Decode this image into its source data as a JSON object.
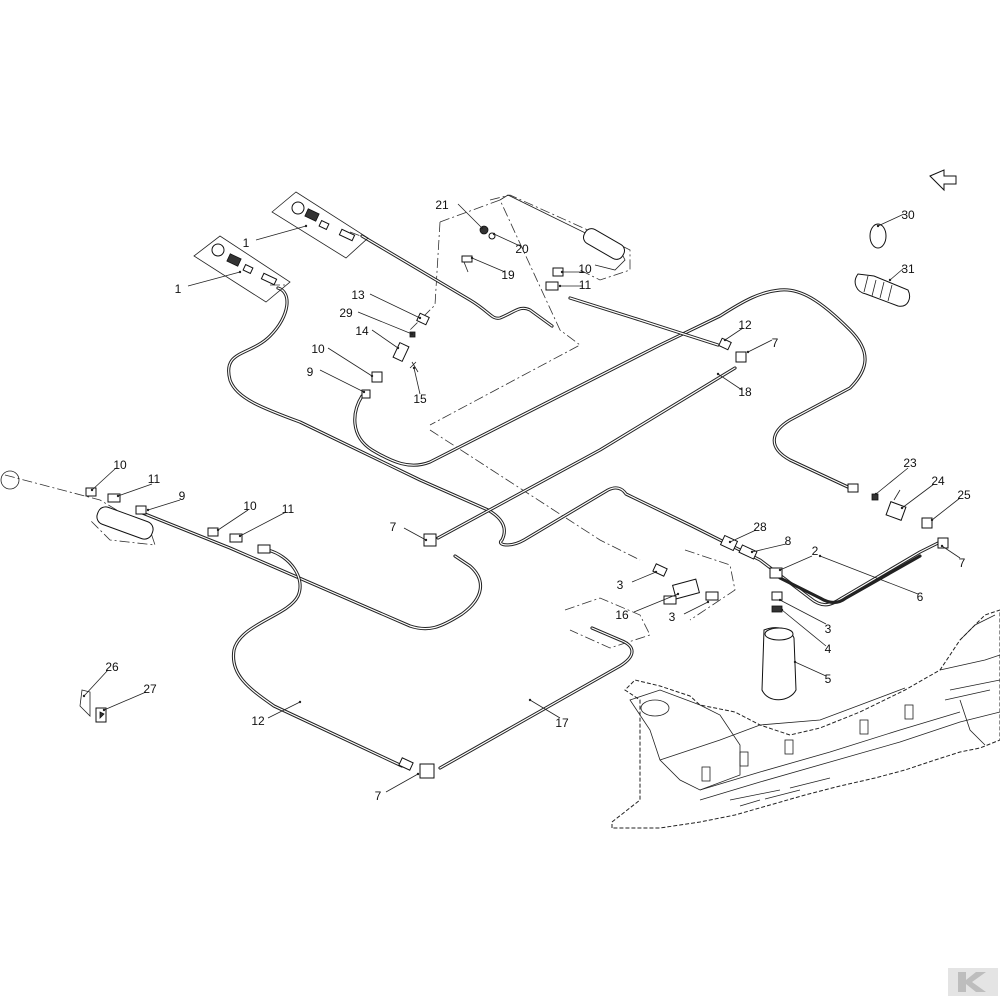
{
  "callouts": [
    {
      "label": "1"
    },
    {
      "label": "1"
    },
    {
      "label": "2"
    },
    {
      "label": "3"
    },
    {
      "label": "3"
    },
    {
      "label": "3"
    },
    {
      "label": "4"
    },
    {
      "label": "5"
    },
    {
      "label": "6"
    },
    {
      "label": "7"
    },
    {
      "label": "7"
    },
    {
      "label": "7"
    },
    {
      "label": "7"
    },
    {
      "label": "8"
    },
    {
      "label": "9"
    },
    {
      "label": "9"
    },
    {
      "label": "10"
    },
    {
      "label": "10"
    },
    {
      "label": "10"
    },
    {
      "label": "10"
    },
    {
      "label": "11"
    },
    {
      "label": "11"
    },
    {
      "label": "11"
    },
    {
      "label": "12"
    },
    {
      "label": "12"
    },
    {
      "label": "13"
    },
    {
      "label": "14"
    },
    {
      "label": "15"
    },
    {
      "label": "16"
    },
    {
      "label": "17"
    },
    {
      "label": "18"
    },
    {
      "label": "19"
    },
    {
      "label": "20"
    },
    {
      "label": "21"
    },
    {
      "label": "23"
    },
    {
      "label": "24"
    },
    {
      "label": "25"
    },
    {
      "label": "26"
    },
    {
      "label": "27"
    },
    {
      "label": "28"
    },
    {
      "label": "29"
    },
    {
      "label": "30"
    },
    {
      "label": "31"
    }
  ],
  "colors": {
    "ink": "#222222",
    "background": "#ffffff"
  },
  "icons": {
    "orientation": "direction-arrow-icon",
    "brand": "brand-logo-icon"
  }
}
